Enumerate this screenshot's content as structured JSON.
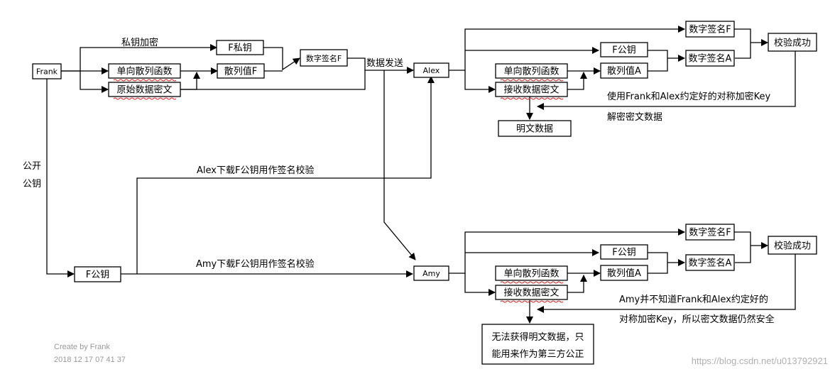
{
  "nodes": {
    "frank": "Frank",
    "f_private_key": "F私钥",
    "one_way_hash_1": "单向散列函数",
    "hash_f": "散列值F",
    "raw_cipher": "原始数据密文",
    "signature_f_top": "数字签名F",
    "alex": "Alex",
    "alex_sig_f": "数字签名F",
    "alex_f_public_key": "F公钥",
    "alex_sig_a": "数字签名A",
    "alex_hash_func": "单向散列函数",
    "alex_hash_a": "散列值A",
    "alex_receive": "接收数据密文",
    "alex_success": "校验成功",
    "plaintext": "明文数据",
    "f_public_key_bottom": "F公钥",
    "amy": "Amy",
    "amy_sig_f": "数字签名F",
    "amy_f_public_key": "F公钥",
    "amy_sig_a": "数字签名A",
    "amy_hash_func": "单向散列函数",
    "amy_hash_a": "散列值A",
    "amy_receive": "接收数据密文",
    "amy_success": "校验成功",
    "no_plaintext_line1": "无法获得明文数据，只",
    "no_plaintext_line2": "能用来作为第三方公正"
  },
  "labels": {
    "private_key_encrypt": "私钥加密",
    "data_send": "数据发送",
    "public_line1": "公开",
    "public_line2": "公钥",
    "alex_download": "Alex下载F公钥用作签名校验",
    "amy_download": "Amy下载F公钥用作签名校验",
    "alex_decrypt_line1": "使用Frank和Alex约定好的对称加密Key",
    "alex_decrypt_line2": "解密密文数据",
    "amy_note_line1": "Amy并不知道Frank和Alex约定好的",
    "amy_note_line2": "对称加密Key，所以密文数据仍然安全"
  },
  "footer": {
    "created_by": "Create by Frank",
    "date": "2018 12 17 07 41 37",
    "watermark": "https://blog.csdn.net/u013792921"
  }
}
